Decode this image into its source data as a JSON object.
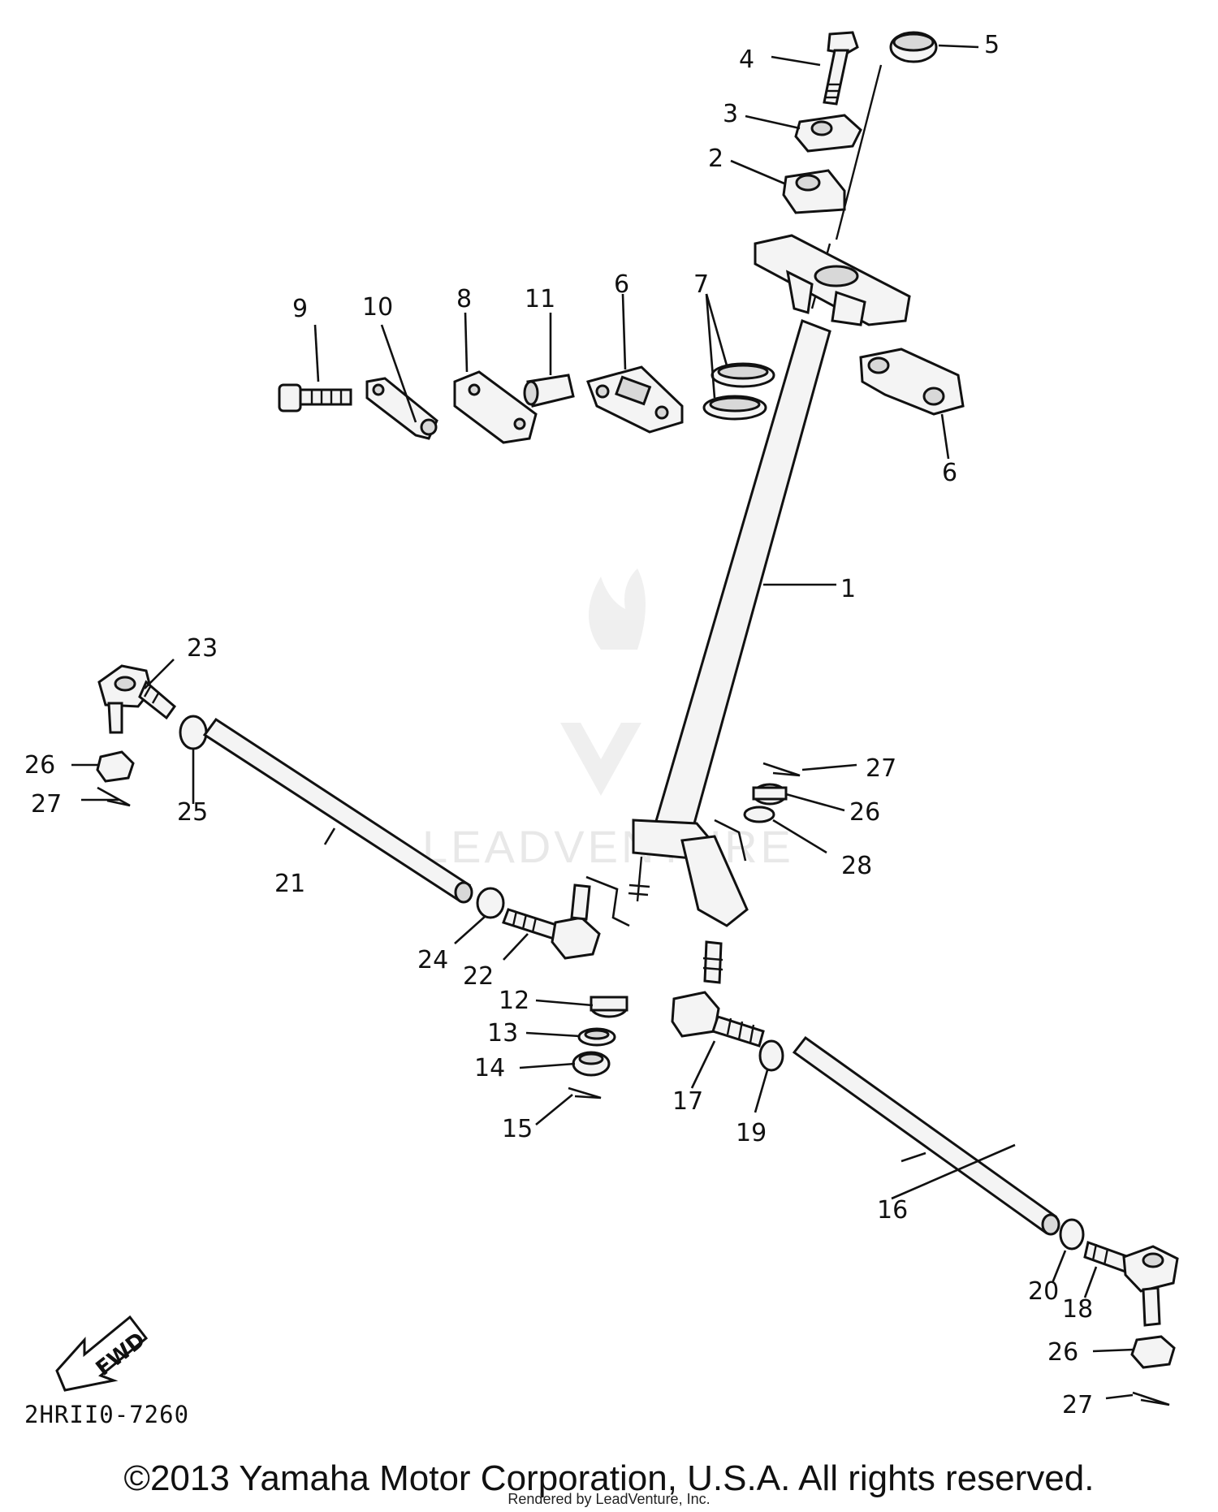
{
  "diagram": {
    "code": "2HRII0-7260",
    "fwd_label": "FWD",
    "watermark": "LEADVENTURE",
    "callouts": {
      "c1": "1",
      "c2": "2",
      "c3": "3",
      "c4": "4",
      "c5": "5",
      "c6a": "6",
      "c6b": "6",
      "c7": "7",
      "c8": "8",
      "c9": "9",
      "c10": "10",
      "c11": "11",
      "c12": "12",
      "c13": "13",
      "c14": "14",
      "c15": "15",
      "c16": "16",
      "c17": "17",
      "c18": "18",
      "c19": "19",
      "c20": "20",
      "c21": "21",
      "c22": "22",
      "c23": "23",
      "c24": "24",
      "c25": "25",
      "c26a": "26",
      "c26b": "26",
      "c26c": "26",
      "c27a": "27",
      "c27b": "27",
      "c27c": "27",
      "c28": "28"
    }
  },
  "footer": {
    "copyright": "©2013 Yamaha Motor Corporation, U.S.A. All rights reserved.",
    "rendered_by": "Rendered by LeadVenture, Inc."
  }
}
